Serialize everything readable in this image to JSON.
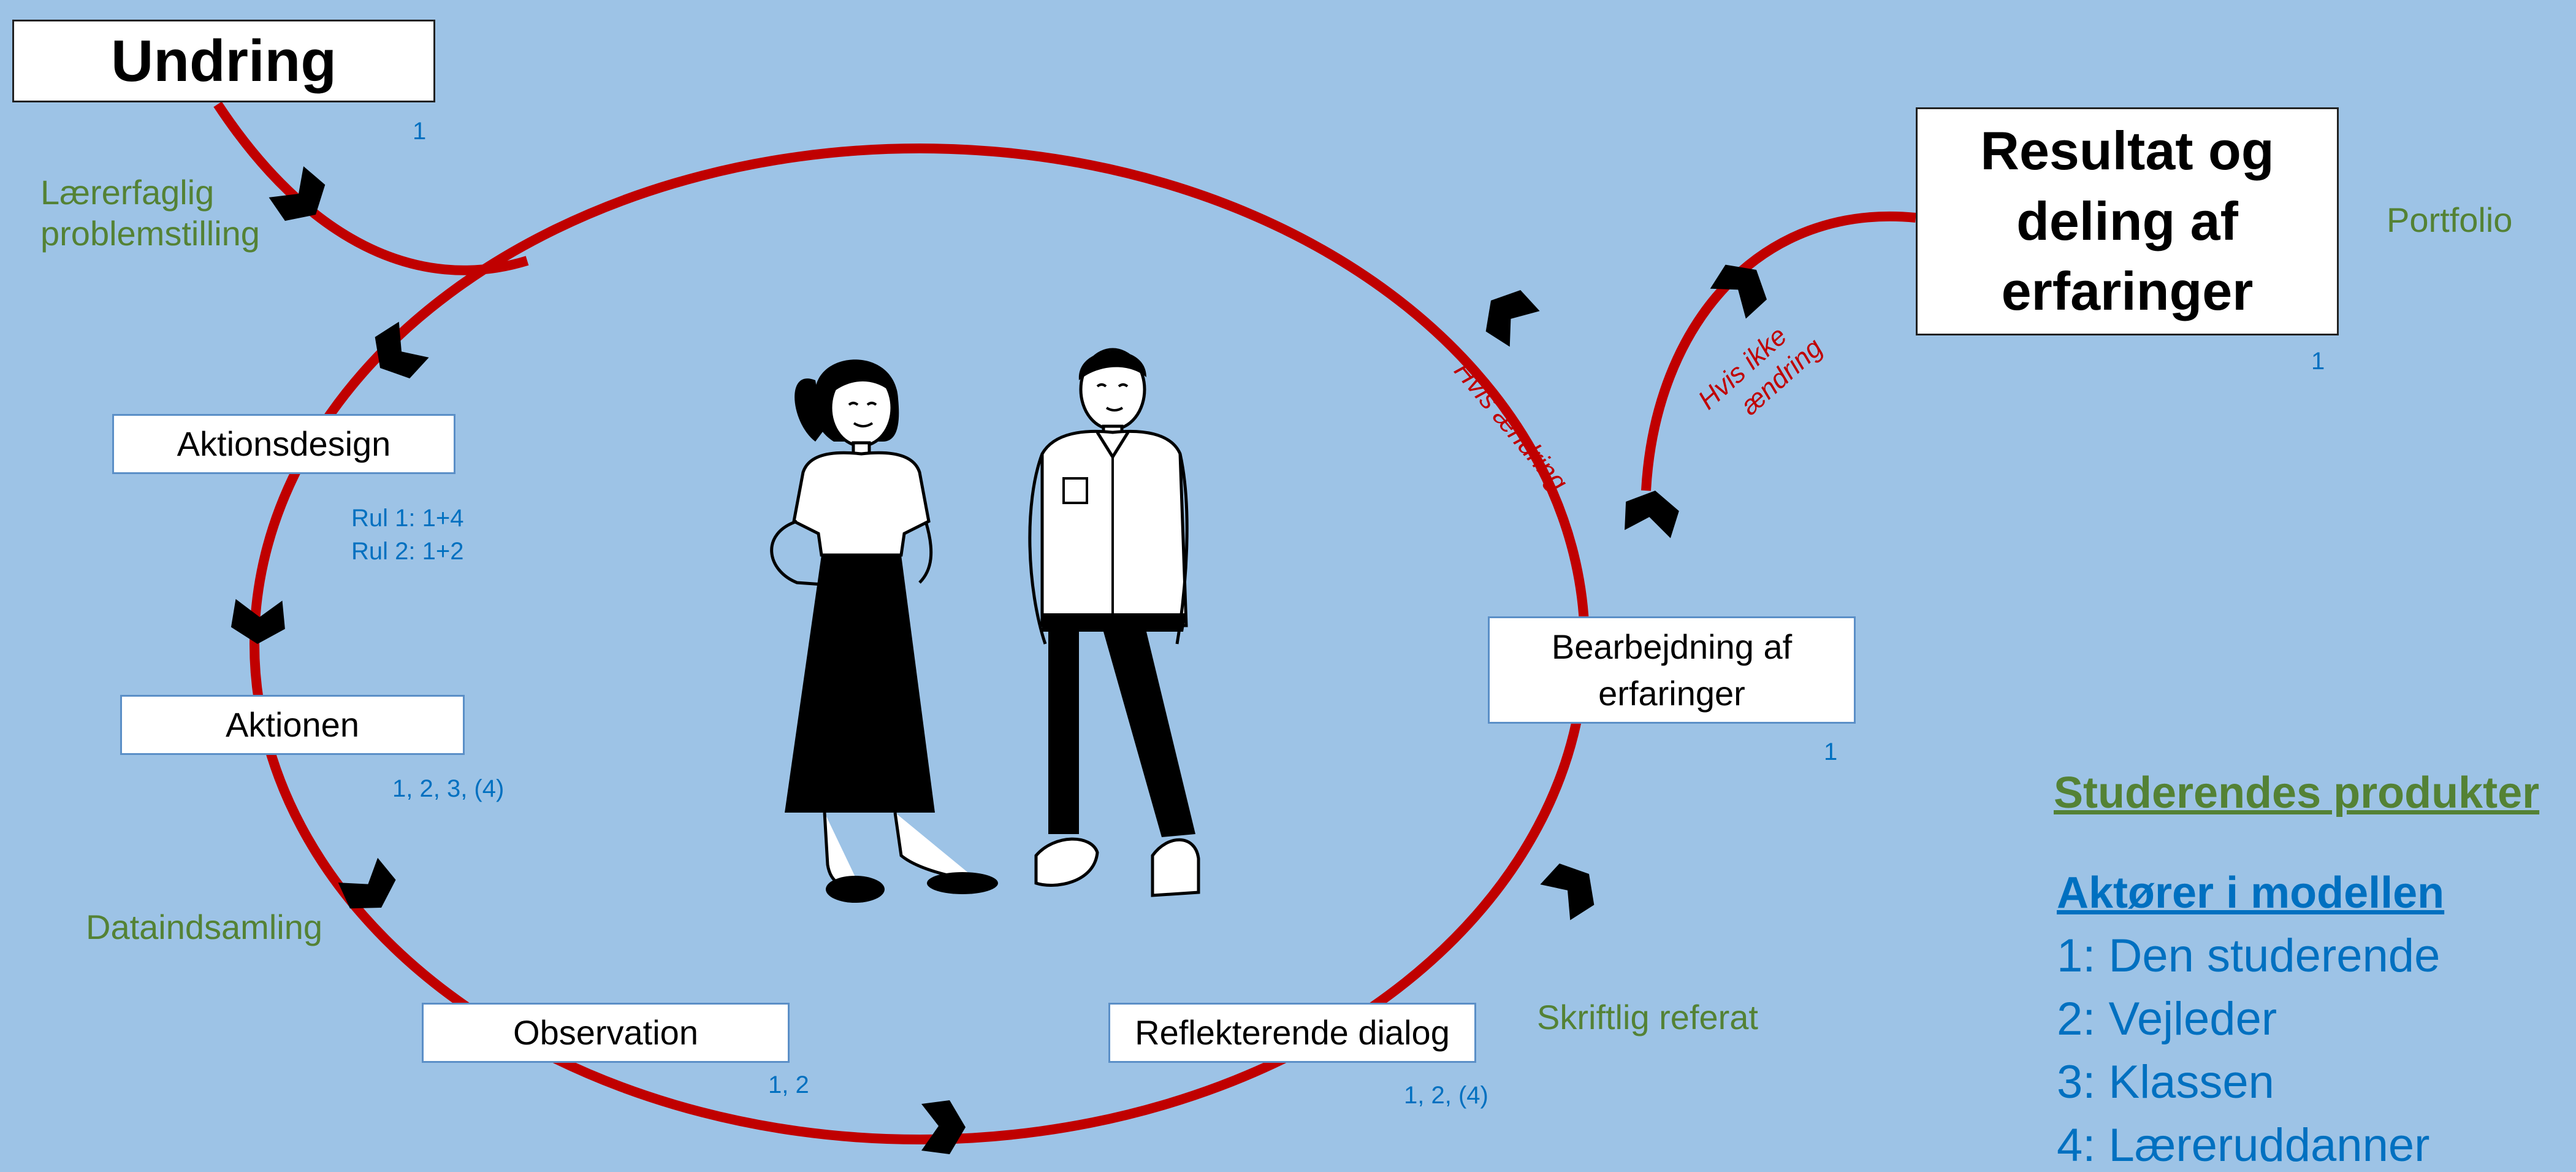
{
  "boxes": {
    "undring": "Undring",
    "result_line1": "Resultat og",
    "result_line2": "deling af",
    "result_line3": "erfaringer",
    "aktionsdesign": "Aktionsdesign",
    "aktionen": "Aktionen",
    "observation": "Observation",
    "reflekterende": "Reflekterende dialog",
    "bearbejdning_line1": "Bearbejdning af",
    "bearbejdning_line2": "erfaringer"
  },
  "products": {
    "problemstilling_line1": "Lærerfaglig",
    "problemstilling_line2": "problemstilling",
    "dataindsamling": "Dataindsamling",
    "referat": "Skriftlig referat",
    "portfolio": "Portfolio"
  },
  "actor_refs": {
    "undring": "1",
    "aktionsdesign_line1": "Rul 1: 1+4",
    "aktionsdesign_line2": "Rul 2: 1+2",
    "aktionen": "1, 2, 3, (4)",
    "observation": "1, 2",
    "reflekterende": "1, 2, (4)",
    "bearbejdning": "1",
    "result": "1"
  },
  "branch_labels": {
    "change": "Hvis ændring",
    "no_change_line1": "Hvis ikke",
    "no_change_line2": "ændring"
  },
  "legend": {
    "products_heading": "Studerendes produkter",
    "actors_heading": "Aktører i modellen",
    "actors": [
      "1: Den studerende",
      "2: Vejleder",
      "3: Klassen",
      "4: Læreruddanner"
    ]
  },
  "colors": {
    "background": "#9dc3e6",
    "cycle_line": "#c00000",
    "product_text": "#548235",
    "actor_text": "#0070c0"
  }
}
